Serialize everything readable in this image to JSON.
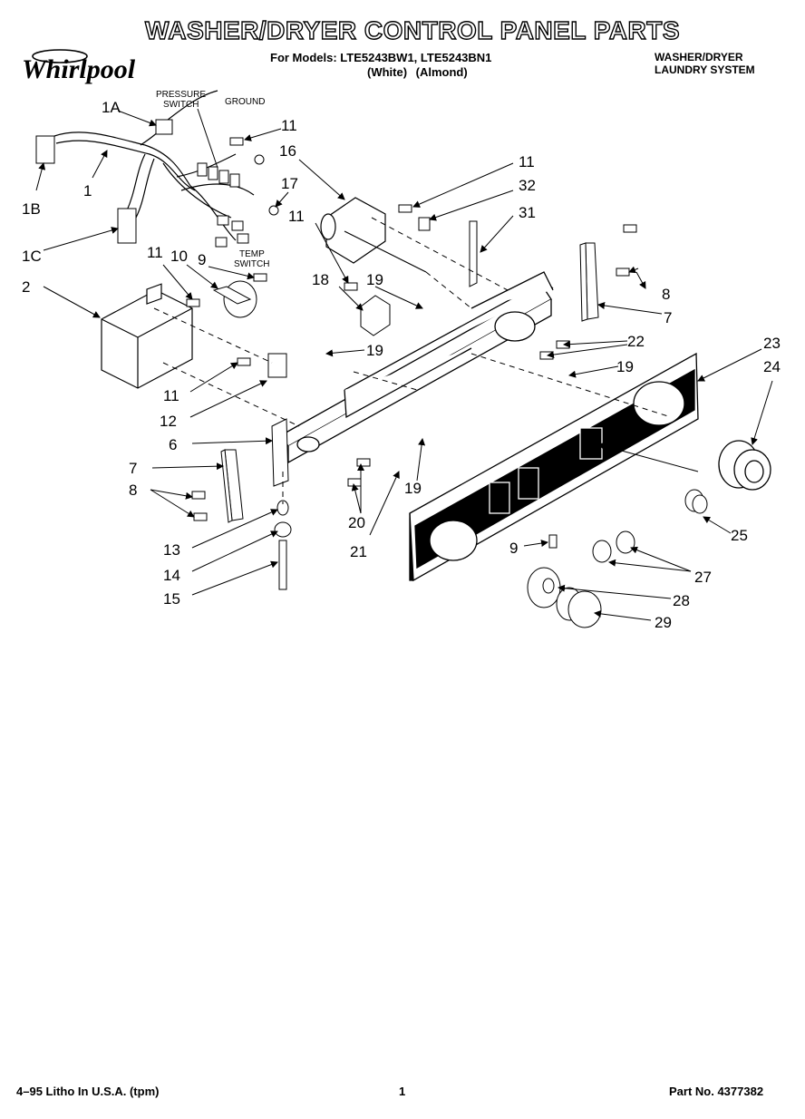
{
  "header": {
    "brand": "Whirlpool",
    "title": "WASHER/DRYER CONTROL PANEL PARTS",
    "models_line": "For Models: LTE5243BW1, LTE5243BN1",
    "colors_line": "(White)   (Almond)",
    "system_line1": "WASHER/DRYER",
    "system_line2": "LAUNDRY SYSTEM"
  },
  "diagram": {
    "labels": {
      "pressure_switch": "PRESSURE SWITCH",
      "pressure_switch_l1": "PRESSURE",
      "pressure_switch_l2": "SWITCH",
      "ground": "GROUND",
      "temp_switch_l1": "TEMP",
      "temp_switch_l2": "SWITCH"
    },
    "callouts": {
      "c1a": "1A",
      "c1": "1",
      "c1b": "1B",
      "c1c": "1C",
      "c2": "2",
      "c6": "6",
      "c7a": "7",
      "c7b": "7",
      "c8a": "8",
      "c8b": "8",
      "c9a": "9",
      "c9b": "9",
      "c10": "10",
      "c11a": "11",
      "c11b": "11",
      "c11c": "11",
      "c11d": "11",
      "c11e": "11",
      "c12": "12",
      "c13": "13",
      "c14": "14",
      "c15": "15",
      "c16": "16",
      "c17": "17",
      "c18": "18",
      "c19a": "19",
      "c19b": "19",
      "c19c": "19",
      "c19d": "19",
      "c20": "20",
      "c21": "21",
      "c22": "22",
      "c23": "23",
      "c24": "24",
      "c25": "25",
      "c27": "27",
      "c28": "28",
      "c29": "29",
      "c31": "31",
      "c32": "32"
    }
  },
  "footer": {
    "print_info": "4–95 Litho In U.S.A. (tpm)",
    "page": "1",
    "part_no": "Part No. 4377382"
  }
}
